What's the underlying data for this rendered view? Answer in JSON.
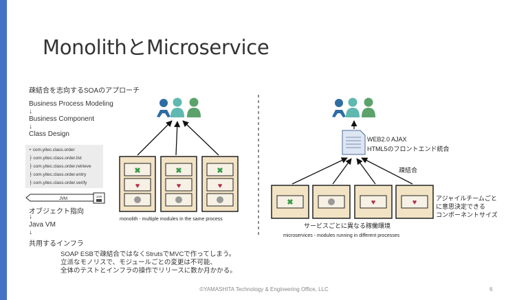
{
  "title": "MonolithとMicroservice",
  "left": {
    "heading": "疎結合を志向するSOAのアプローチ",
    "flow": [
      "Business Process Modeling",
      "↓",
      "Business Component",
      "↓",
      "Class Design"
    ],
    "packages": [
      "+ com.yitec.class.order",
      "├ com.yitec.class.order.list",
      "├ com.yitec.class.order.retrieve",
      "├ com.yitec.class.order.entry",
      "├ com.yitec.class.order.verify"
    ],
    "jvm_label": "JVM",
    "jar_label": "JAR",
    "sub_flow": [
      "オブジェクト指向",
      "↓",
      "Java VM",
      "↓",
      "共用するインフラ"
    ],
    "monolith_caption": "monolith - multiple modules in the same process",
    "soap_notes": [
      "SOAP ESBで疎結合ではなくStrutsでMVCで作ってしまう。",
      "立派なモノリスで、モジュールごとの変更は不可能、",
      "全体のテストとインフラの操作でリリースに数か月かかる。"
    ]
  },
  "right": {
    "frontend_label": [
      "WEB2.0 AJAX",
      "HTML5のフロントエンド統合"
    ],
    "coupling_label": "疎結合",
    "agile_label": [
      "アジャイルチームごと",
      "に意思決定できる",
      "コンポーネントサイズ"
    ],
    "service_label": "サービスごとに異なる稼働環境",
    "microservices_caption": "microservices - modules running in different processes"
  },
  "footer": "©YAMASHITA Technology & Engineering Office, LLC",
  "page_number": "6",
  "colors": {
    "accent": "#4472C4",
    "user_blue": "#2E6DA4",
    "user_teal": "#5FB9B0",
    "user_green": "#5BA36B",
    "box_fill": "#F2E3C4",
    "module_fill": "#F6F1E4"
  }
}
